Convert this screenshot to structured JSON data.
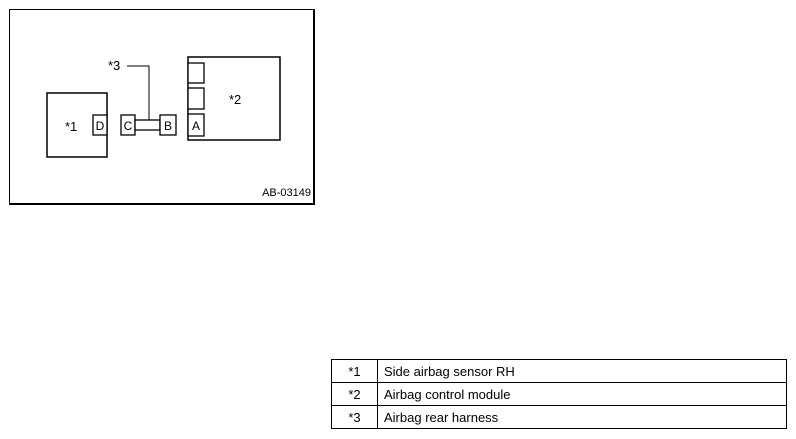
{
  "figure": {
    "id": "AB-03149",
    "callouts": {
      "c1": "*1",
      "c2": "*2",
      "c3": "*3"
    },
    "connectors": {
      "a": "A",
      "b": "B",
      "c": "C",
      "d": "D"
    }
  },
  "legend": {
    "rows": [
      {
        "key": "*1",
        "desc": "Side airbag sensor RH"
      },
      {
        "key": "*2",
        "desc": "Airbag control module"
      },
      {
        "key": "*3",
        "desc": "Airbag rear harness"
      }
    ]
  }
}
